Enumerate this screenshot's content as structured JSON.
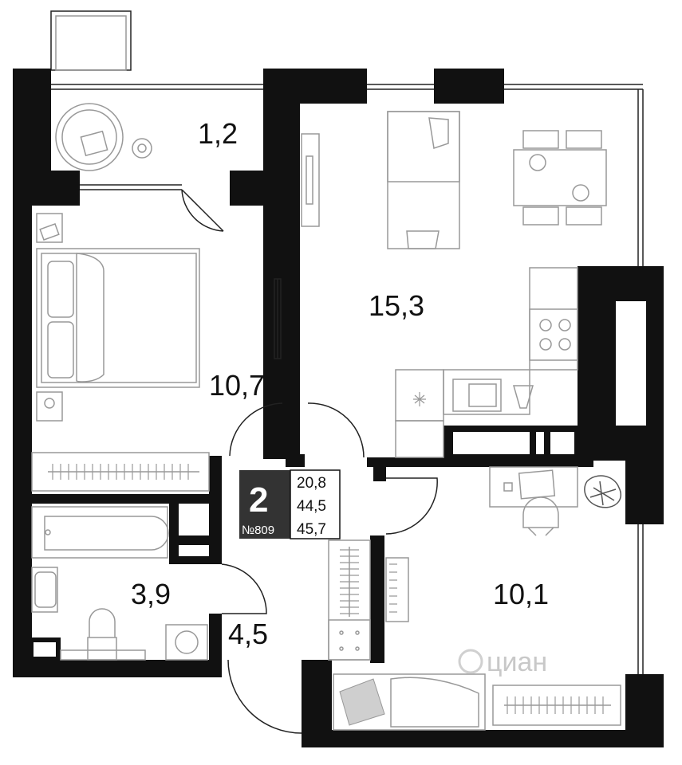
{
  "rooms": {
    "balcony": "1,2",
    "living_kitchen": "15,3",
    "bedroom_left": "10,7",
    "bathroom": "3,9",
    "hallway": "4,5",
    "bedroom_right": "10,1"
  },
  "apartment": {
    "rooms_count": "2",
    "number": "№809",
    "living_area": "20,8",
    "total_area": "44,5",
    "total_with_balcony": "45,7"
  },
  "watermark": "циан",
  "colors": {
    "wall": "#111111",
    "furniture": "#999999",
    "badge": "#333333"
  }
}
